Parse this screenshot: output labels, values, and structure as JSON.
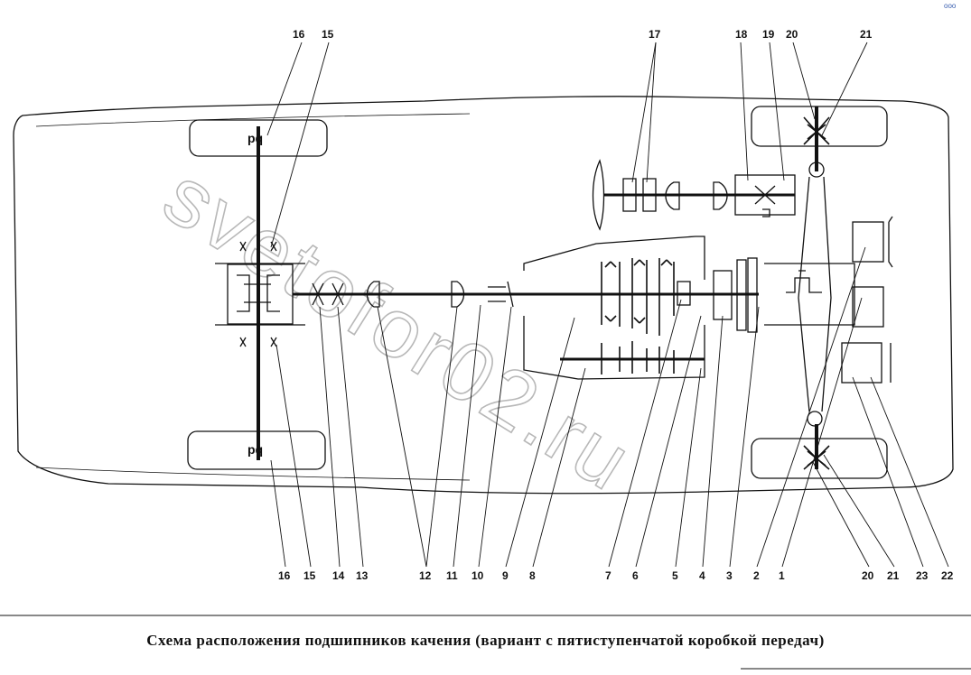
{
  "caption": "Схема расположения подшипников качения (вариант с пятиступенчатой коробкой передач)",
  "watermark": "svetofor02.ru",
  "corner_mark": "ooo",
  "top_labels": [
    "16",
    "15",
    "17",
    "18",
    "19",
    "20",
    "21"
  ],
  "bottom_labels": [
    "16",
    "15",
    "14",
    "13",
    "12",
    "11",
    "10",
    "9",
    "8",
    "7",
    "6",
    "5",
    "4",
    "3",
    "2",
    "1",
    "20",
    "21",
    "23",
    "22"
  ],
  "wheel_glyph": "pq"
}
